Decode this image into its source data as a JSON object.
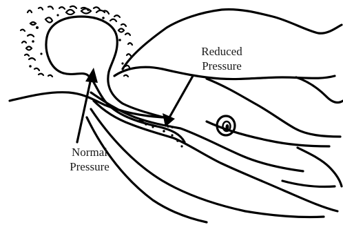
{
  "labels": {
    "reduced": [
      "Reduced",
      "Pressure"
    ],
    "normal": [
      "Normal",
      "Pressure"
    ]
  },
  "colors": {
    "ink": "#000000",
    "background": "#ffffff"
  }
}
